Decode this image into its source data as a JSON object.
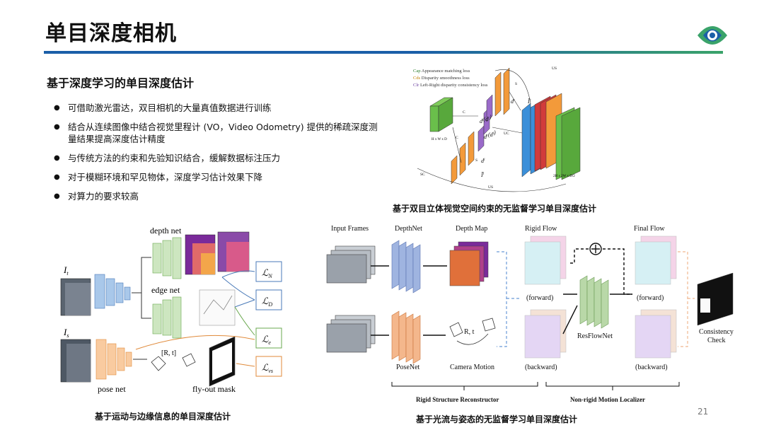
{
  "slide": {
    "title": "单目深度相机",
    "subtitle": "基于深度学习的单目深度估计",
    "page_number": "21",
    "accent_colors": {
      "blue": "#1b5fa8",
      "green": "#3aa36a"
    }
  },
  "bullets": [
    "可借助激光雷达，双目相机的大量真值数据进行训练",
    "结合从连续图像中结合视觉里程计 (VO，Video Odometry) 提供的稀疏深度测量结果提高深度估计精度",
    "与传统方法的约束和先验知识结合，缓解数据标注压力",
    "对于模糊环境和罕见物体，深度学习估计效果下降",
    "对算力的要求较高"
  ],
  "figures": {
    "stereo": {
      "caption": "基于双目立体视觉空间约束的无监督学习单目深度估计",
      "legend": [
        "Appearance matching loss",
        "Disparity smoothness loss",
        "Left-Right disparity consistency loss"
      ],
      "legend_symbols": [
        "Cap",
        "Cds",
        "Clr"
      ],
      "labels": {
        "input_dim": "H x W x D",
        "output_dim": "2H x 2W x D/2",
        "us": "US",
        "sc": "SC",
        "uc": "UC",
        "c": "C",
        "s": "S"
      }
    },
    "edge": {
      "caption": "基于运动与边缘信息的单目深度估计",
      "labels": {
        "depth_net": "depth net",
        "edge_net": "edge net",
        "pose_net": "pose net",
        "mask": "fly-out mask",
        "rt": "[R, t]",
        "it": "I",
        "it_sub": "t",
        "is": "I",
        "is_sub": "s"
      },
      "losses": [
        "N",
        "D",
        "e",
        "vs"
      ],
      "loss_symbol": "ℒ"
    },
    "flow": {
      "caption": "基于光流与姿态的无监督学习单目深度估计",
      "labels": {
        "input_frames": "Input Frames",
        "depthnet": "DepthNet",
        "depth_map": "Depth Map",
        "rigid_flow": "Rigid Flow",
        "final_flow": "Final Flow",
        "forward": "(forward)",
        "backward": "(backward)",
        "resflownet": "ResFlowNet",
        "posenet": "PoseNet",
        "camera_motion": "Camera Motion",
        "consistency_1": "Consistency",
        "consistency_2": "Check",
        "rt": "R, t",
        "reconstructor": "Rigid Structure Reconstructor",
        "localizer": "Non-rigid Motion Localizer"
      }
    }
  }
}
